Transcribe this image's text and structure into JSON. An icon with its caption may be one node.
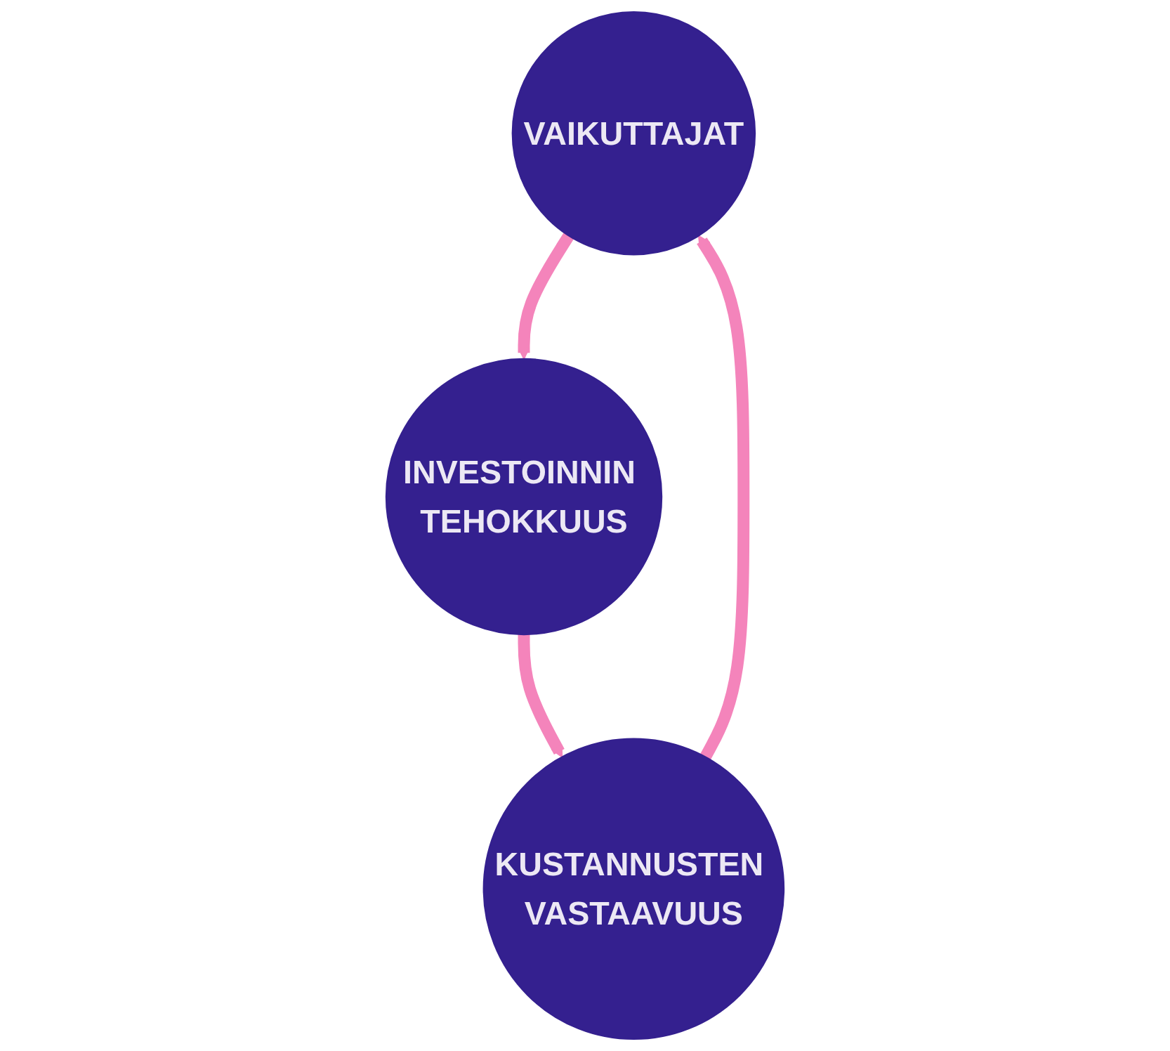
{
  "diagram": {
    "nodes": [
      {
        "text": [
          "VAIKUTTAJAT"
        ]
      },
      {
        "text": [
          "INVESTOINNIN TEHOKKUUS"
        ]
      },
      {
        "text": [
          "KUSTANNUSTEN VASTAAVUUS"
        ]
      }
    ],
    "edges": [
      {
        "from": 0,
        "to": 1,
        "arrow": "to"
      },
      {
        "from": 1,
        "to": 2,
        "arrow": "to"
      },
      {
        "from": 2,
        "to": 0,
        "arrow": "to"
      }
    ]
  }
}
